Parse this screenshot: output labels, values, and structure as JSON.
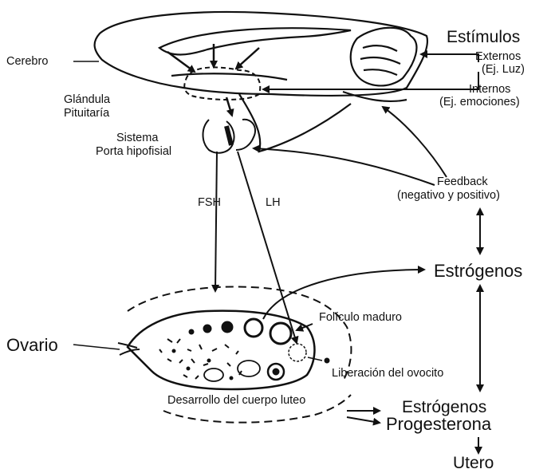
{
  "labels": {
    "cerebro": "Cerebro",
    "glandula": "Glándula",
    "pituitaria": "Pituitaría",
    "sistema": "Sistema",
    "porta": "Porta hipofisial",
    "estimulos": "Estímulos",
    "externos": "Externos",
    "ej_luz": "(Ej. Luz)",
    "internos": "Internos",
    "ej_emociones": "(Ej. emociones)",
    "feedback": "Feedback",
    "feedback_tipo": "(negativo y positivo)",
    "fsh": "FSH",
    "lh": "LH",
    "estrogenos_top": "Estrógenos",
    "ovario": "Ovario",
    "foliculo": "Folículo maduro",
    "liberacion": "Liberación del ovocito",
    "desarrollo": "Desarrollo del cuerpo luteo",
    "estrogenos_bottom": "Estrógenos",
    "progesterona": "Progesterona",
    "utero": "Utero"
  },
  "colors": {
    "ink": "#111111",
    "background": "#ffffff"
  }
}
